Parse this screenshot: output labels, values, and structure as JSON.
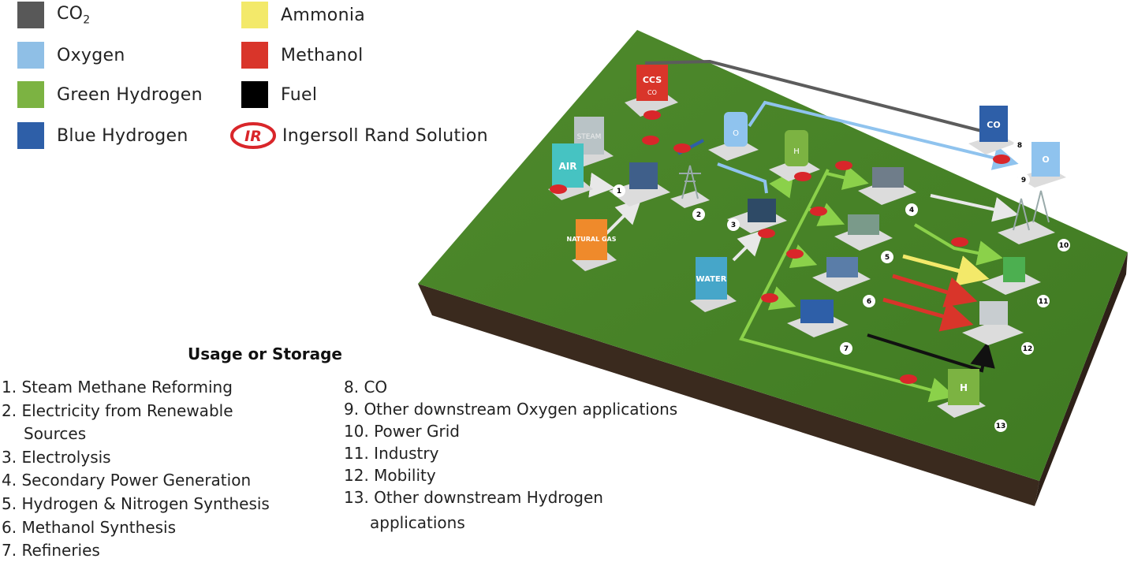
{
  "legend": {
    "items": [
      {
        "label": "CO",
        "sub": "2",
        "color": "#585858"
      },
      {
        "label": "Oxygen",
        "color": "#8fbfe6"
      },
      {
        "label": "Green Hydrogen",
        "color": "#7cb342"
      },
      {
        "label": "Blue Hydrogen",
        "color": "#2e5fa8"
      },
      {
        "label": "Ammonia",
        "color": "#f3e96a"
      },
      {
        "label": "Methanol",
        "color": "#d9352a"
      },
      {
        "label": "Fuel",
        "color": "#000000"
      },
      {
        "label": "Ingersoll Rand Solution",
        "icon": "ingersoll-rand-logo-icon",
        "color": "#d9262a",
        "logo_text": "IR"
      }
    ]
  },
  "scene": {
    "sources": {
      "ccs": "CCS",
      "ccs_sub": "CO",
      "steam": "STEAM",
      "air": "AIR",
      "natural_gas": "NATURAL GAS",
      "water": "WATER",
      "o2_tank": "O",
      "h2_tank": "H",
      "co2_block": "CO",
      "o2_block": "O",
      "h2_block": "H"
    },
    "node_numbers": [
      "1",
      "2",
      "3",
      "4",
      "5",
      "6",
      "7",
      "8",
      "9",
      "10",
      "11",
      "12",
      "13"
    ]
  },
  "usage": {
    "title": "Usage or Storage",
    "col1": [
      "1. Steam Methane Reforming",
      "2. Electricity from Renewable",
      "Sources",
      "3. Electrolysis",
      "4. Secondary Power Generation",
      "5. Hydrogen & Nitrogen Synthesis",
      "6. Methanol Synthesis",
      "7. Refineries"
    ],
    "col2": [
      "8.  CO",
      "9.  Other downstream Oxygen applications",
      "10. Power Grid",
      "11.  Industry",
      "12. Mobility",
      "13. Other downstream Hydrogen",
      "applications"
    ]
  }
}
